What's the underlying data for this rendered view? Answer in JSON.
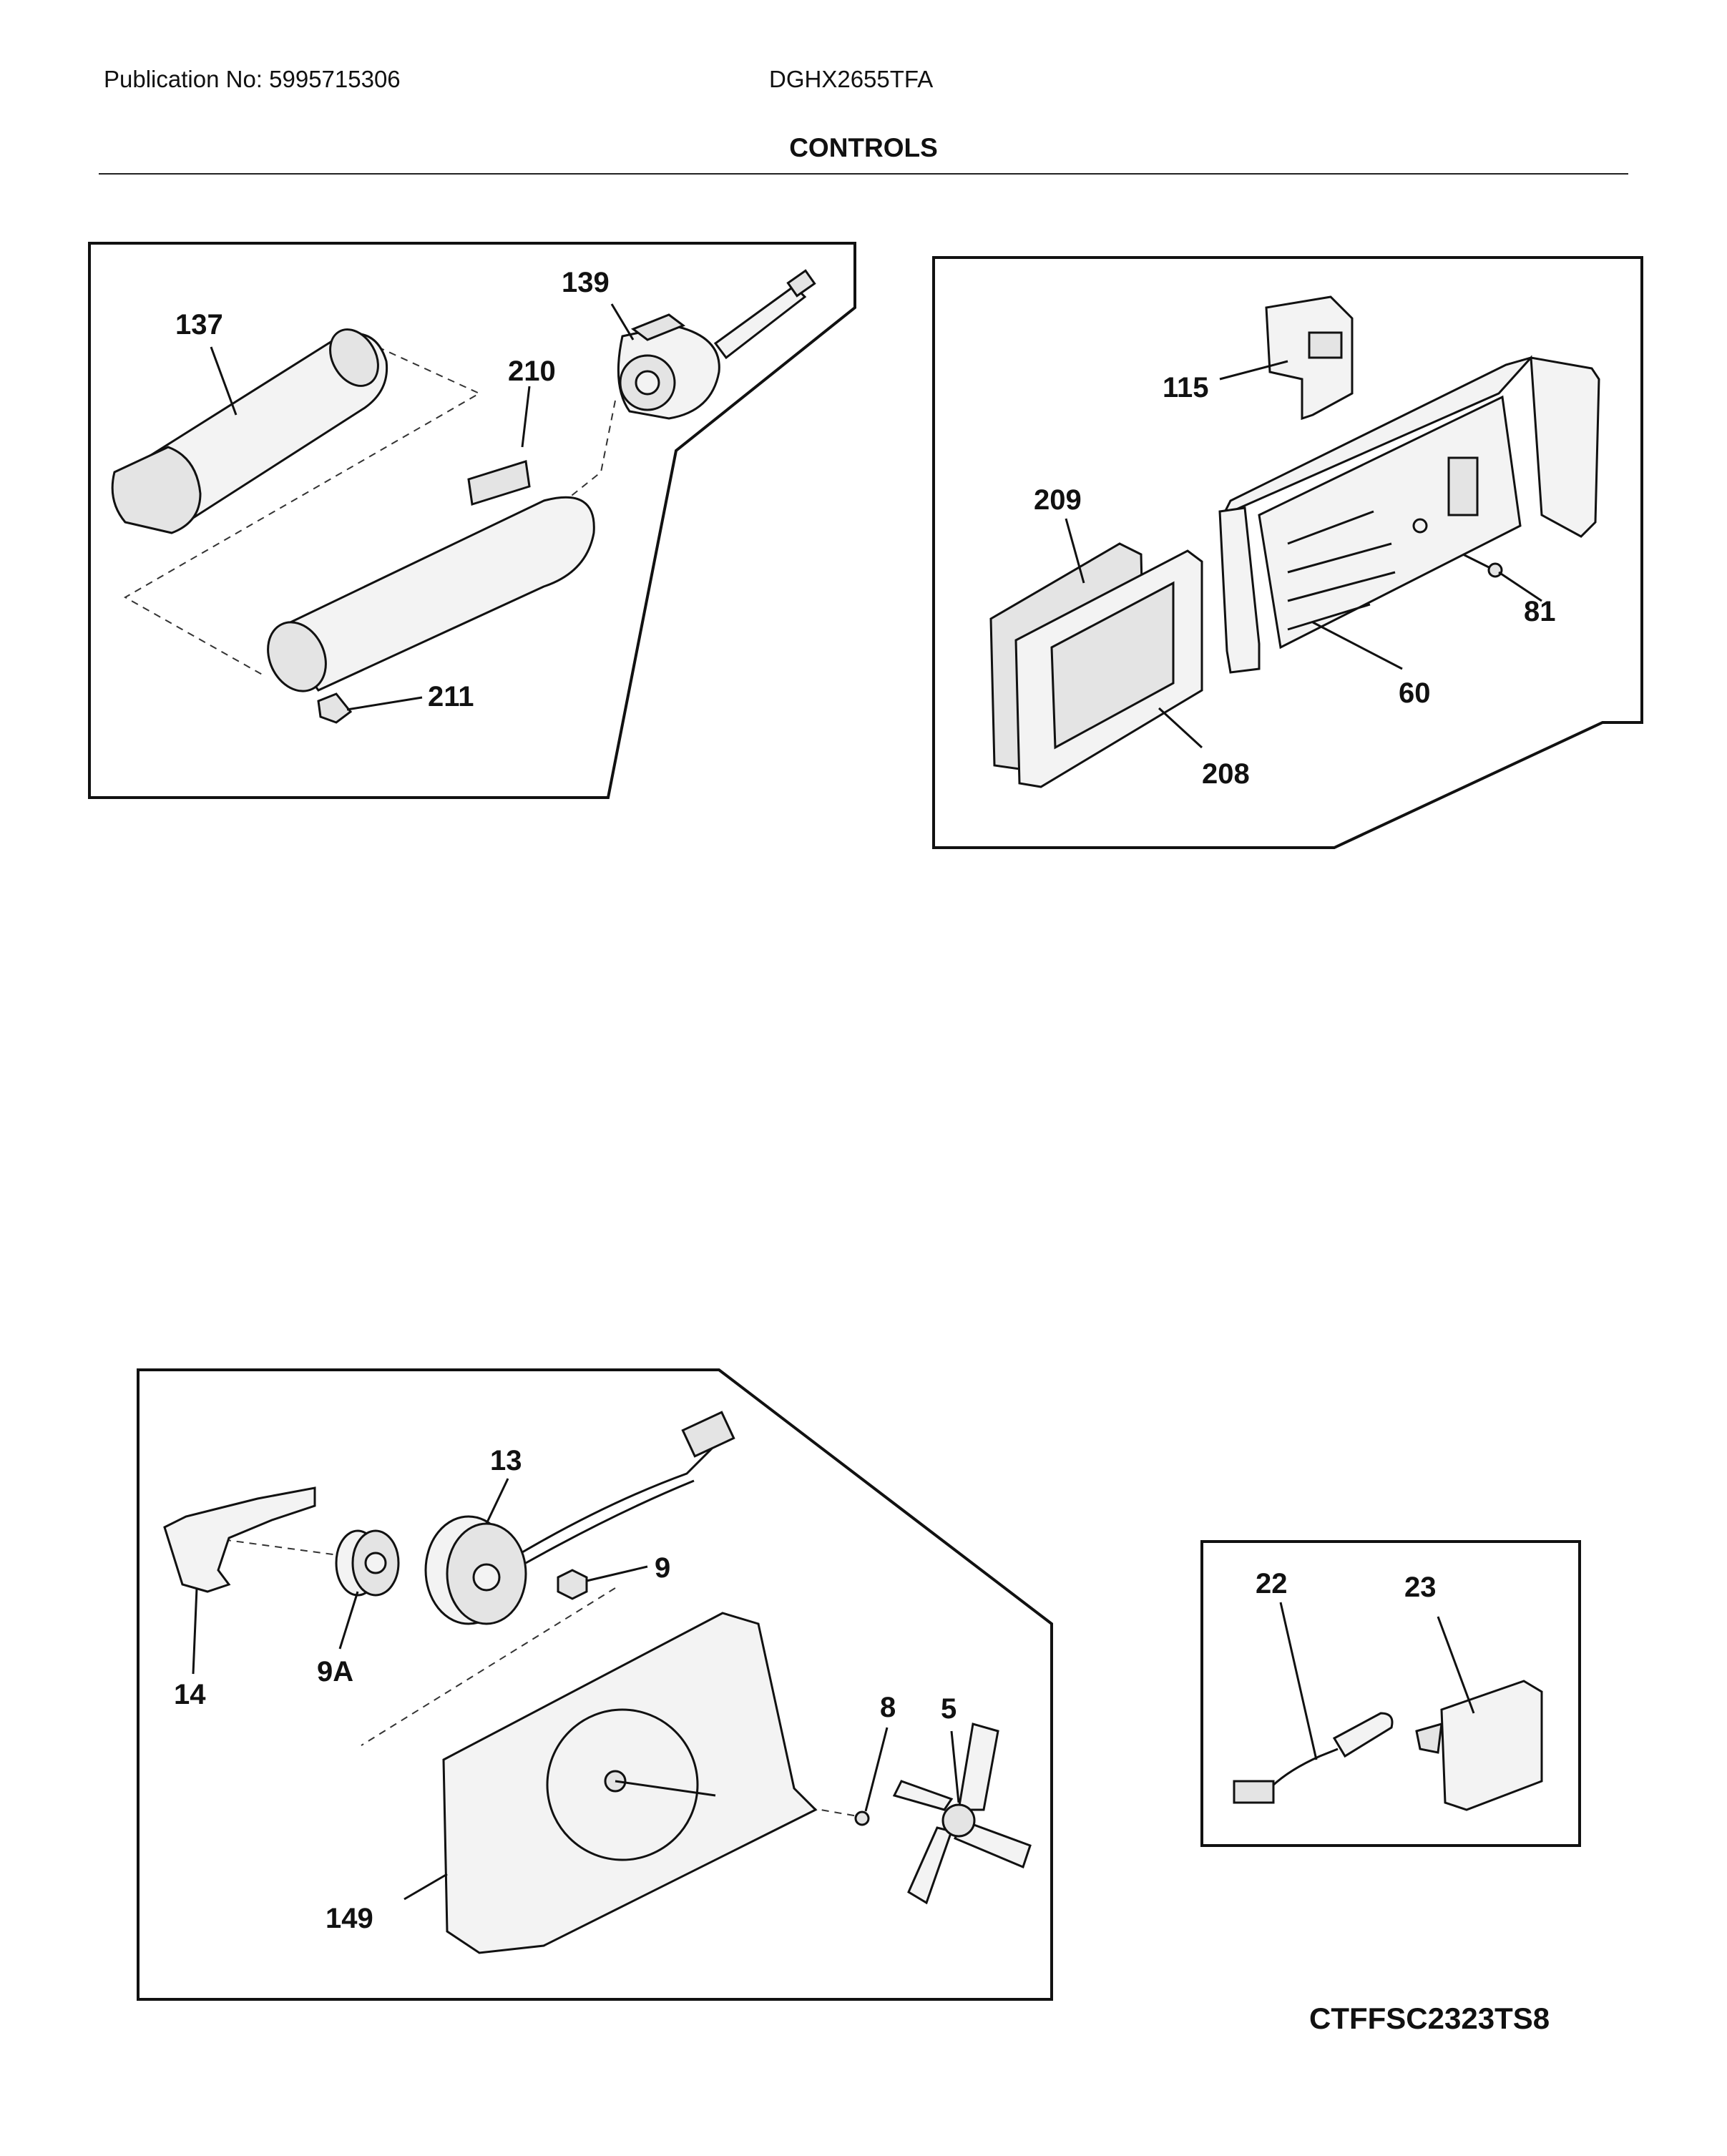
{
  "header": {
    "publication": "Publication No: 5995715306",
    "model": "DGHX2655TFA",
    "section_title": "CONTROLS"
  },
  "footer": {
    "code": "CTFFSC2323TS8"
  },
  "panels": {
    "filter_assembly": {
      "labels": [
        "137",
        "139",
        "210",
        "211"
      ]
    },
    "air_filter_assembly": {
      "labels": [
        "115",
        "209",
        "81",
        "60",
        "208"
      ]
    },
    "fan_assembly": {
      "labels": [
        "13",
        "9",
        "14",
        "9A",
        "8",
        "5",
        "149"
      ]
    },
    "sensor_assembly": {
      "labels": [
        "22",
        "23"
      ]
    }
  }
}
